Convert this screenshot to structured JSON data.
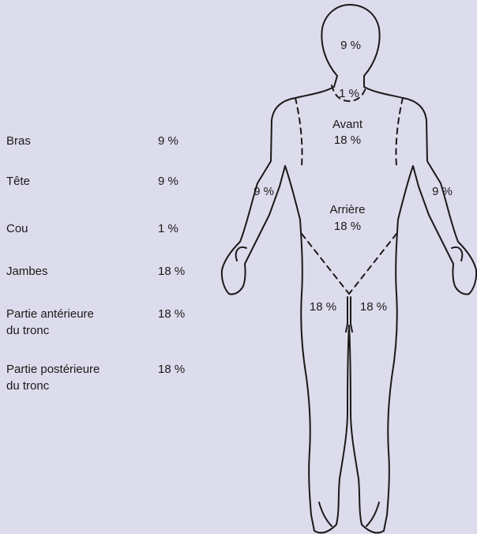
{
  "legend": {
    "rows": [
      {
        "label": "Bras",
        "value": "9 %"
      },
      {
        "label": "Tête",
        "value": "9 %"
      },
      {
        "label": "Cou",
        "value": "1 %"
      },
      {
        "label": "Jambes",
        "value": "18 %"
      },
      {
        "label": "Partie antérieure\ndu tronc",
        "value": "18 %"
      },
      {
        "label": "Partie postérieure\ndu tronc",
        "value": "18 %"
      }
    ]
  },
  "figure": {
    "head": "9 %",
    "neck": "1 %",
    "front_label": "Avant",
    "front_value": "18 %",
    "back_label": "Arrière",
    "back_value": "18 %",
    "left_arm": "9 %",
    "right_arm": "9 %",
    "left_leg": "18 %",
    "right_leg": "18 %"
  },
  "colors": {
    "background": "#dcdcec",
    "outline": "#1a1a1a"
  }
}
